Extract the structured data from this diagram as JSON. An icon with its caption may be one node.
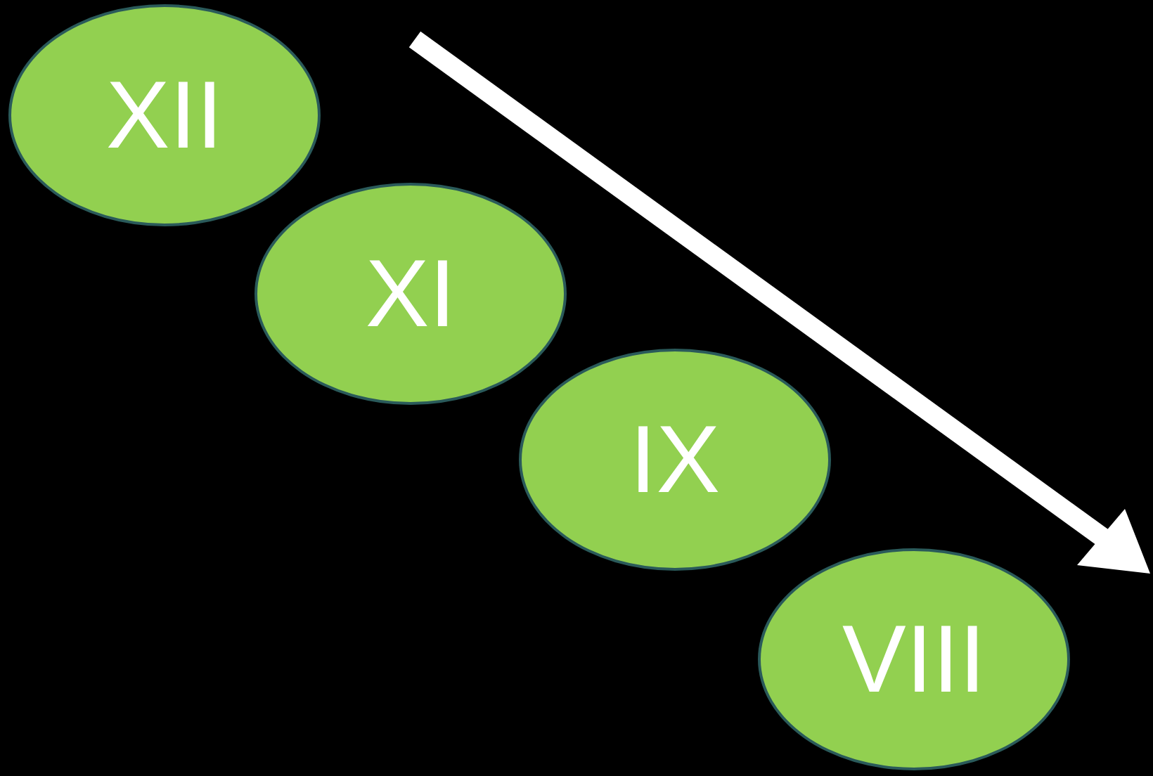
{
  "diagram": {
    "nodes": [
      {
        "text": [
          "XII"
        ]
      },
      {
        "text": [
          "XI"
        ]
      },
      {
        "text": [
          "IX"
        ]
      },
      {
        "text": [
          "VIII"
        ]
      }
    ]
  }
}
